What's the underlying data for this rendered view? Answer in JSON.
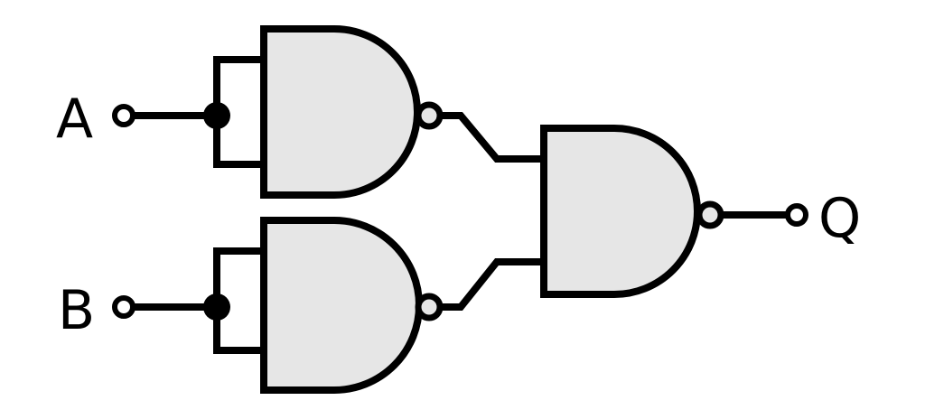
{
  "diagram": {
    "title": "",
    "inputs": [
      {
        "label": "A"
      },
      {
        "label": "B"
      }
    ],
    "output": {
      "label": "Q"
    },
    "gates": [
      {
        "type": "NAND",
        "inputs": [
          "A",
          "A"
        ]
      },
      {
        "type": "NAND",
        "inputs": [
          "B",
          "B"
        ]
      },
      {
        "type": "NAND",
        "inputs": [
          "gate1",
          "gate2"
        ]
      }
    ],
    "colors": {
      "gate_fill": "#e6e6e6",
      "stroke": "#000000"
    }
  }
}
